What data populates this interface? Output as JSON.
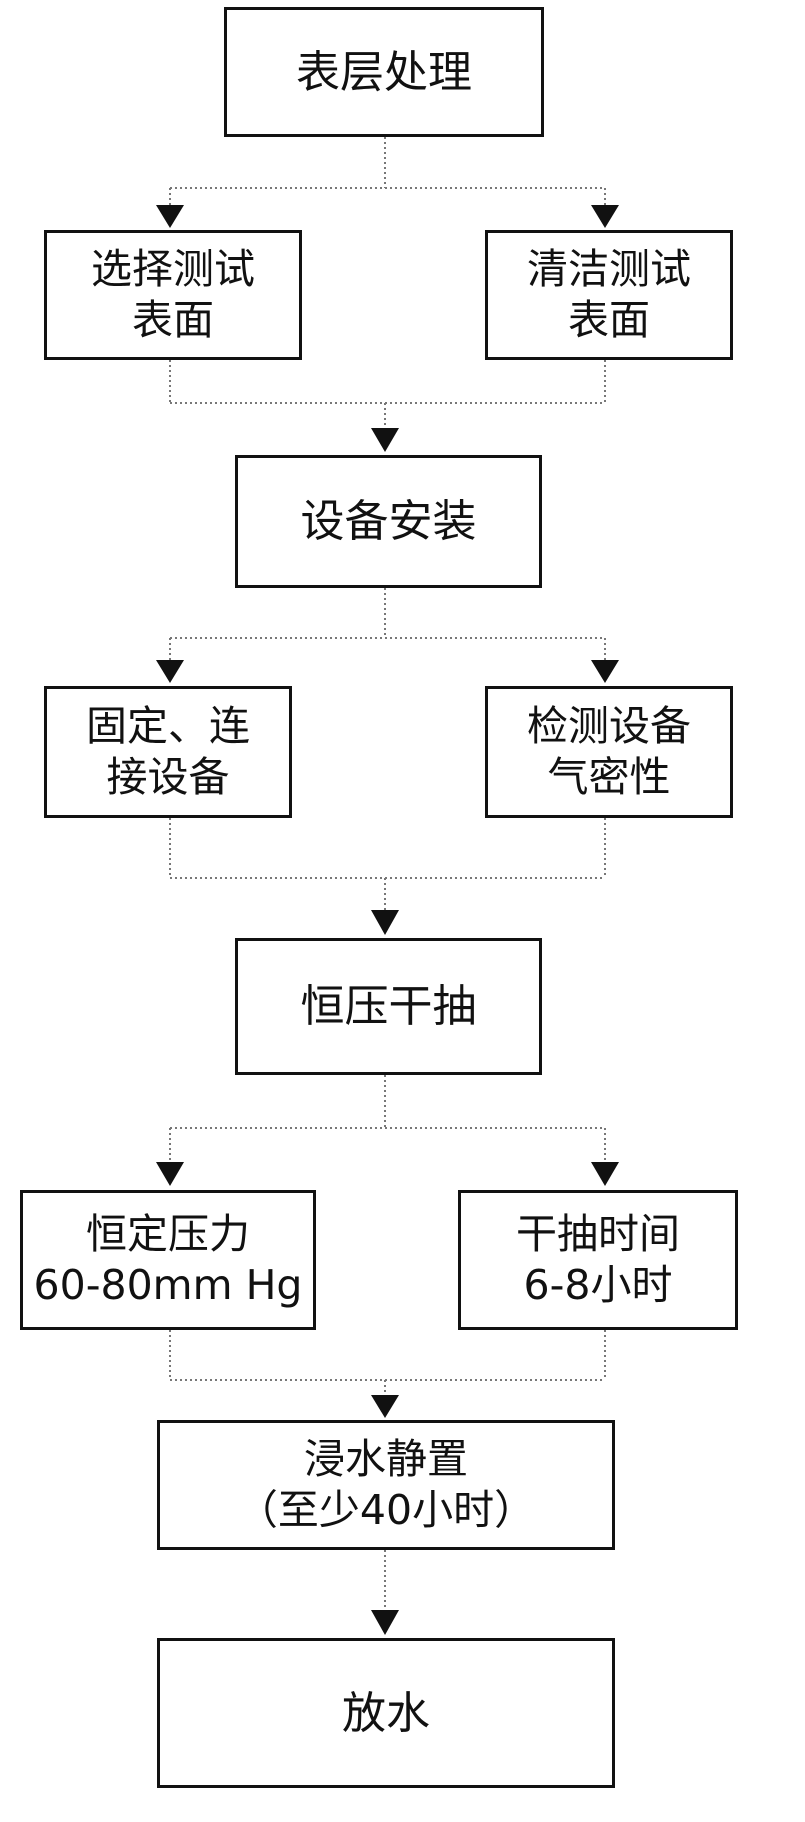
{
  "steps": {
    "surface_treatment": "表层处理",
    "select_surface": [
      "选择测试",
      "表面"
    ],
    "clean_surface": [
      "清洁测试",
      "表面"
    ],
    "equipment_install": "设备安装",
    "fix_connect": [
      "固定、连",
      "接设备"
    ],
    "check_airtight": [
      "检测设备",
      "气密性"
    ],
    "constant_pressure_dry": "恒压干抽",
    "constant_pressure": [
      "恒定压力",
      "60-80mm Hg"
    ],
    "dry_time": [
      "干抽时间",
      "6-8小时"
    ],
    "immersion": [
      "浸水静置",
      "（至少40小时）"
    ],
    "drain": "放水"
  }
}
